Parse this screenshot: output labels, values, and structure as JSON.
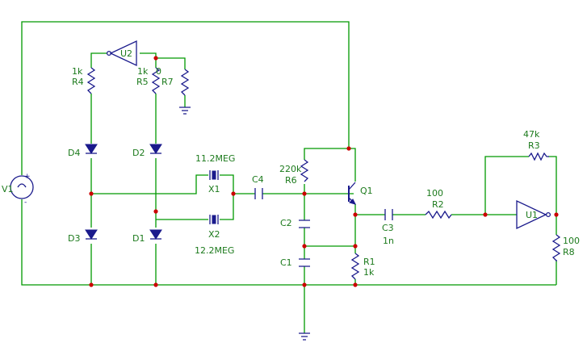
{
  "components": {
    "V1": {
      "ref": "V1",
      "plus": "+",
      "minus": "-"
    },
    "R4": {
      "ref": "R4",
      "value": "1k"
    },
    "R5": {
      "ref": "R5",
      "value": "1k"
    },
    "R7": {
      "ref": "R7",
      "value": "0"
    },
    "U2": {
      "ref": "U2"
    },
    "D1": {
      "ref": "D1"
    },
    "D2": {
      "ref": "D2"
    },
    "D3": {
      "ref": "D3"
    },
    "D4": {
      "ref": "D4"
    },
    "X1": {
      "ref": "X1",
      "value": "11.2MEG"
    },
    "X2": {
      "ref": "X2",
      "value": "12.2MEG"
    },
    "C4": {
      "ref": "C4"
    },
    "R6": {
      "ref": "R6",
      "value": "220k"
    },
    "C2": {
      "ref": "C2"
    },
    "C1": {
      "ref": "C1"
    },
    "Q1": {
      "ref": "Q1"
    },
    "R1": {
      "ref": "R1",
      "value": "1k"
    },
    "C3": {
      "ref": "C3",
      "value": "1n"
    },
    "R2": {
      "ref": "R2",
      "value": "100"
    },
    "R3": {
      "ref": "R3",
      "value": "47k"
    },
    "U1": {
      "ref": "U1"
    },
    "R8": {
      "ref": "R8",
      "value": "100"
    }
  },
  "colors": {
    "wire": "#009900",
    "part": "#1a1a8c",
    "label": "#1c7a1c",
    "junction": "#cc0000",
    "background": "#ffffff"
  },
  "icons": [
    "ground-icon",
    "voltage-source-icon",
    "resistor-icon",
    "capacitor-icon",
    "diode-icon",
    "crystal-icon",
    "npn-transistor-icon",
    "buffer-icon"
  ]
}
